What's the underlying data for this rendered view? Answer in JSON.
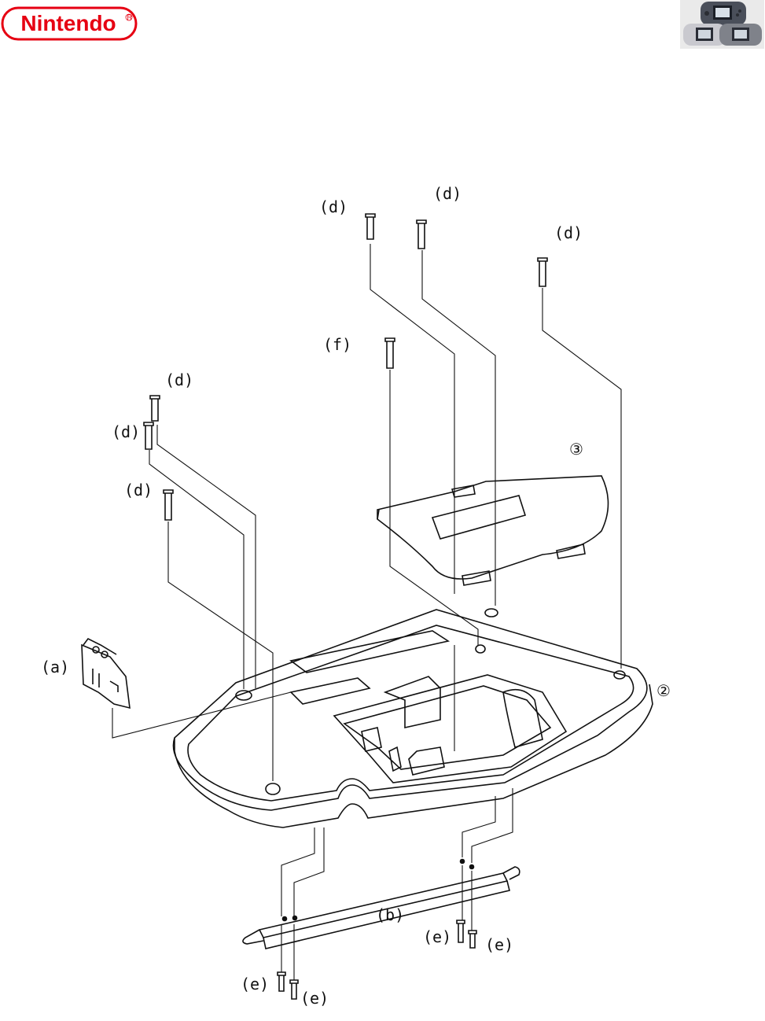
{
  "header": {
    "brand_logo_text": "Nintendo",
    "brand_color": "#e60012",
    "product_thumbnail": "game-boy-advance-variants-icon"
  },
  "diagram": {
    "part_labels": {
      "screw_d": "(d)",
      "screw_f": "(f)",
      "screw_e": "(e)",
      "part_a": "(a)",
      "part_b": "(b)",
      "part_2": "②",
      "part_3": "③"
    }
  }
}
